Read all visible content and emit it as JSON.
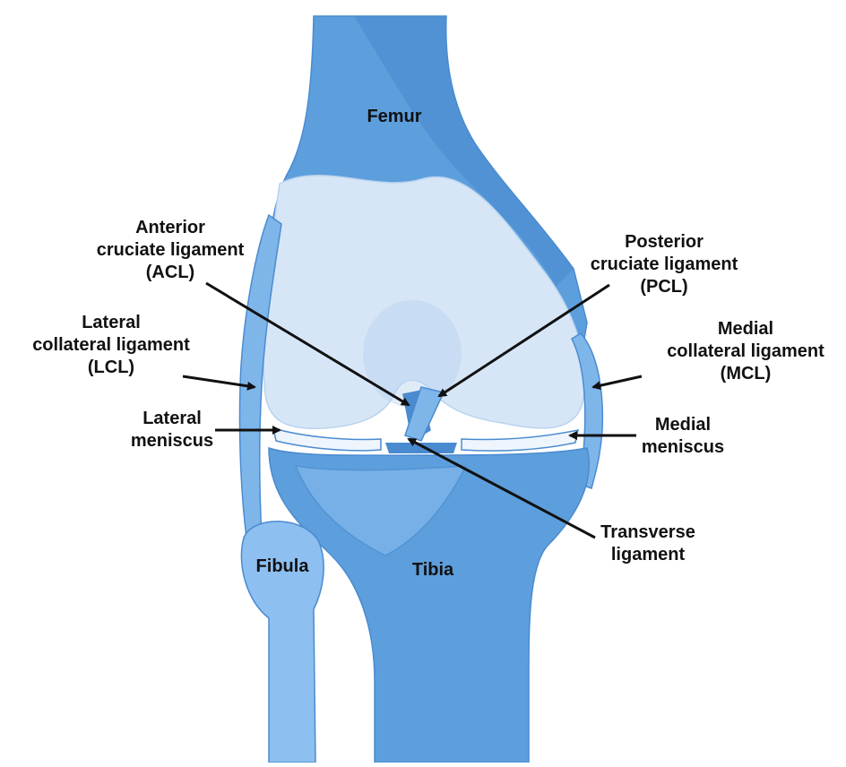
{
  "colors": {
    "bone": "#5d9edc",
    "bone_dark": "#4a8bd0",
    "bone_light": "#8dbff0",
    "cartilage": "#d6e6f7",
    "cartilage_edge": "#b9d3ee",
    "ligament": "#7fb6ea",
    "meniscus": "#eef5fc",
    "arrow": "#111111",
    "text": "#111111"
  },
  "labels": {
    "femur": "Femur",
    "acl": [
      "Anterior",
      "cruciate ligament",
      "(ACL)"
    ],
    "pcl": [
      "Posterior",
      "cruciate ligament",
      "(PCL)"
    ],
    "lcl": [
      "Lateral",
      "collateral ligament",
      "(LCL)"
    ],
    "mcl": [
      "Medial",
      "collateral ligament",
      "(MCL)"
    ],
    "lateral_meniscus": [
      "Lateral",
      "meniscus"
    ],
    "medial_meniscus": [
      "Medial",
      "meniscus"
    ],
    "transverse": [
      "Transverse",
      "ligament"
    ],
    "fibula": "Fibula",
    "tibia": "Tibia"
  }
}
